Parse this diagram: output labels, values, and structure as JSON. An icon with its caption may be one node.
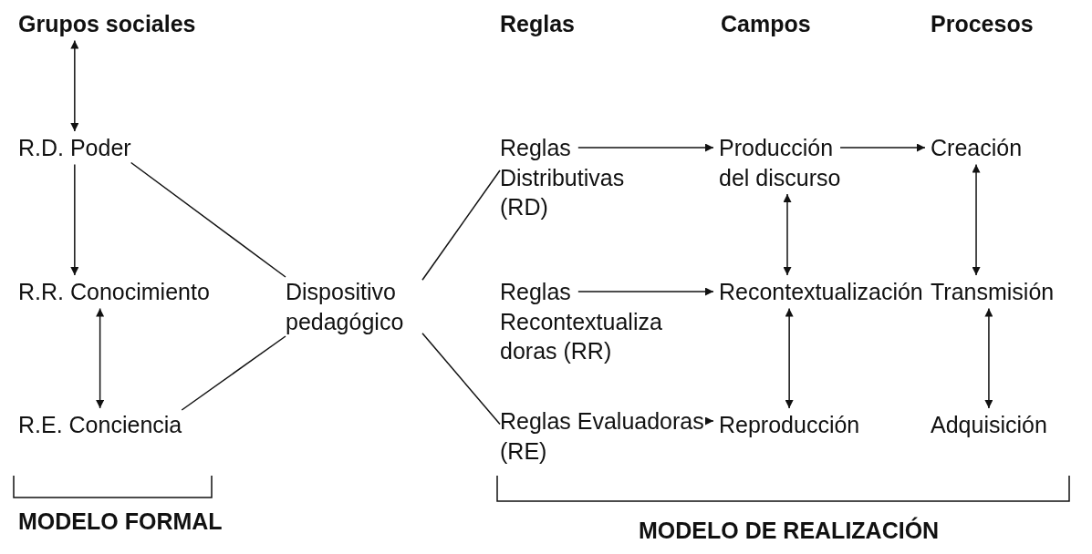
{
  "diagram": {
    "nodes": [
      {
        "text": [
          "Grupos sociales"
        ]
      },
      {
        "text": [
          "R.D. Poder"
        ]
      },
      {
        "text": [
          "R.R. Conocimiento"
        ]
      },
      {
        "text": [
          "R.E. Conciencia"
        ]
      },
      {
        "text": [
          "Dispositivo pedagógico"
        ]
      },
      {
        "text": [
          "Reglas Distributivas (RD)"
        ]
      },
      {
        "text": [
          "Reglas Recontextualizadoras (RR)"
        ]
      },
      {
        "text": [
          "Reglas Evaluadoras (RE)"
        ]
      },
      {
        "text": [
          "Producción del discurso"
        ]
      },
      {
        "text": [
          "Recontextualización"
        ]
      },
      {
        "text": [
          "Reproducción"
        ]
      },
      {
        "text": [
          "Creación"
        ]
      },
      {
        "text": [
          "Transmisión"
        ]
      },
      {
        "text": [
          "Adquisición"
        ]
      }
    ],
    "edges": [
      {
        "from": 0,
        "to": 1,
        "arrow": "both"
      },
      {
        "from": 1,
        "to": 2,
        "arrow": "to"
      },
      {
        "from": 2,
        "to": 3,
        "arrow": "both"
      },
      {
        "from": 1,
        "to": 4,
        "arrow": "none"
      },
      {
        "from": 3,
        "to": 4,
        "arrow": "none"
      },
      {
        "from": 4,
        "to": 5,
        "arrow": "none"
      },
      {
        "from": 4,
        "to": 7,
        "arrow": "none"
      },
      {
        "from": 5,
        "to": 8,
        "arrow": "to"
      },
      {
        "from": 6,
        "to": 9,
        "arrow": "to"
      },
      {
        "from": 7,
        "to": 10,
        "arrow": "to"
      },
      {
        "from": 8,
        "to": 9,
        "arrow": "both"
      },
      {
        "from": 9,
        "to": 10,
        "arrow": "both"
      },
      {
        "from": 8,
        "to": 11,
        "arrow": "to"
      },
      {
        "from": 11,
        "to": 12,
        "arrow": "both"
      },
      {
        "from": 12,
        "to": 13,
        "arrow": "both"
      }
    ],
    "labels": [
      "Reglas",
      "Campos",
      "Procesos",
      "MODELO FORMAL",
      "MODELO DE REALIZACIÓN"
    ]
  }
}
